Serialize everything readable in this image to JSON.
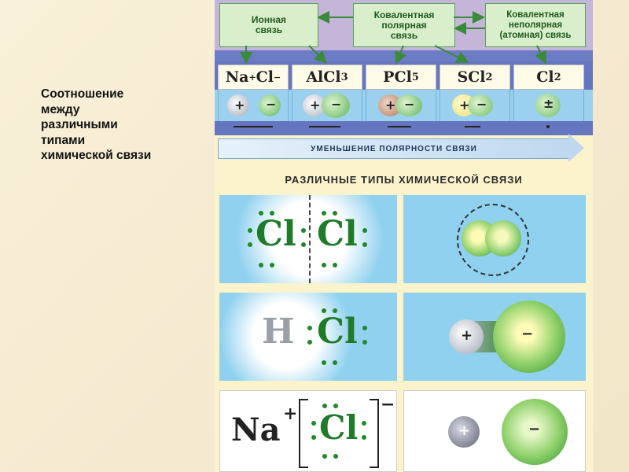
{
  "slide": {
    "title": "Соотношение\nмежду\nразличными\nтипами\nхимической связи"
  },
  "poster": {
    "bond_types": {
      "ionic": "Ионная\nсвязь",
      "covalent_polar": "Ковалентная\nполярная\nсвязь",
      "covalent_nonpolar": "Ковалентная\nнеполярная\n(атомная) связь"
    },
    "formulas": [
      {
        "main": "Na",
        "sup": "+",
        "tail": " Cl",
        "sup2": "−",
        "sub": ""
      },
      {
        "main": "AlCl",
        "sub": "3"
      },
      {
        "main": "PCl",
        "sub": "5"
      },
      {
        "main": "SCl",
        "sub": "2"
      },
      {
        "main": "Cl",
        "sub": "2"
      }
    ],
    "polarity_charges": {
      "plus": "+",
      "minus": "−",
      "neutral": "±"
    },
    "polarity_arrow": "УМЕНЬШЕНИЕ ПОЛЯРНОСТИ СВЯЗИ",
    "section_title": "РАЗЛИЧНЫЕ ТИПЫ ХИМИЧЕСКОЙ СВЯЗИ",
    "examples": {
      "cl": "Cl",
      "h": "H",
      "na": "Na",
      "na_charge": "+",
      "cl_ion_charge": "−",
      "plus": "+",
      "minus": "−"
    }
  },
  "colors": {
    "background": "#f5ead0",
    "green": "#1f7a2a",
    "blue_panel": "#8fd1ef",
    "band": "#6675bf"
  }
}
